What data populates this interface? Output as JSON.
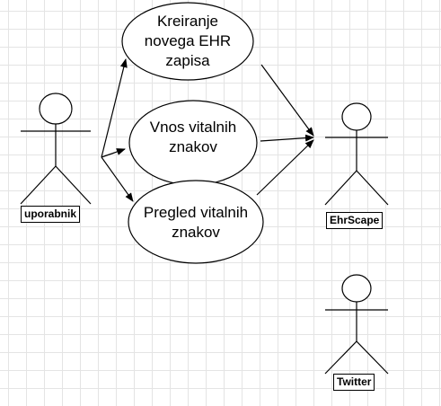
{
  "actors": [
    {
      "id": "uporabnik",
      "label": "uporabnik"
    },
    {
      "id": "ehrscape",
      "label": "EhrScape"
    },
    {
      "id": "twitter",
      "label": "Twitter"
    }
  ],
  "use_cases": [
    {
      "id": "kreiranje",
      "lines": [
        "Kreiranje",
        "novega EHR",
        "zapisa"
      ]
    },
    {
      "id": "vnos",
      "lines": [
        "Vnos vitalnih",
        "znakov"
      ]
    },
    {
      "id": "pregled",
      "lines": [
        "Pregled vitalnih",
        "znakov"
      ]
    }
  ],
  "associations": [
    {
      "from": "uporabnik",
      "to": "kreiranje"
    },
    {
      "from": "uporabnik",
      "to": "vnos"
    },
    {
      "from": "uporabnik",
      "to": "pregled"
    },
    {
      "from": "kreiranje",
      "to": "ehrscape"
    },
    {
      "from": "vnos",
      "to": "ehrscape"
    },
    {
      "from": "pregled",
      "to": "ehrscape"
    }
  ]
}
